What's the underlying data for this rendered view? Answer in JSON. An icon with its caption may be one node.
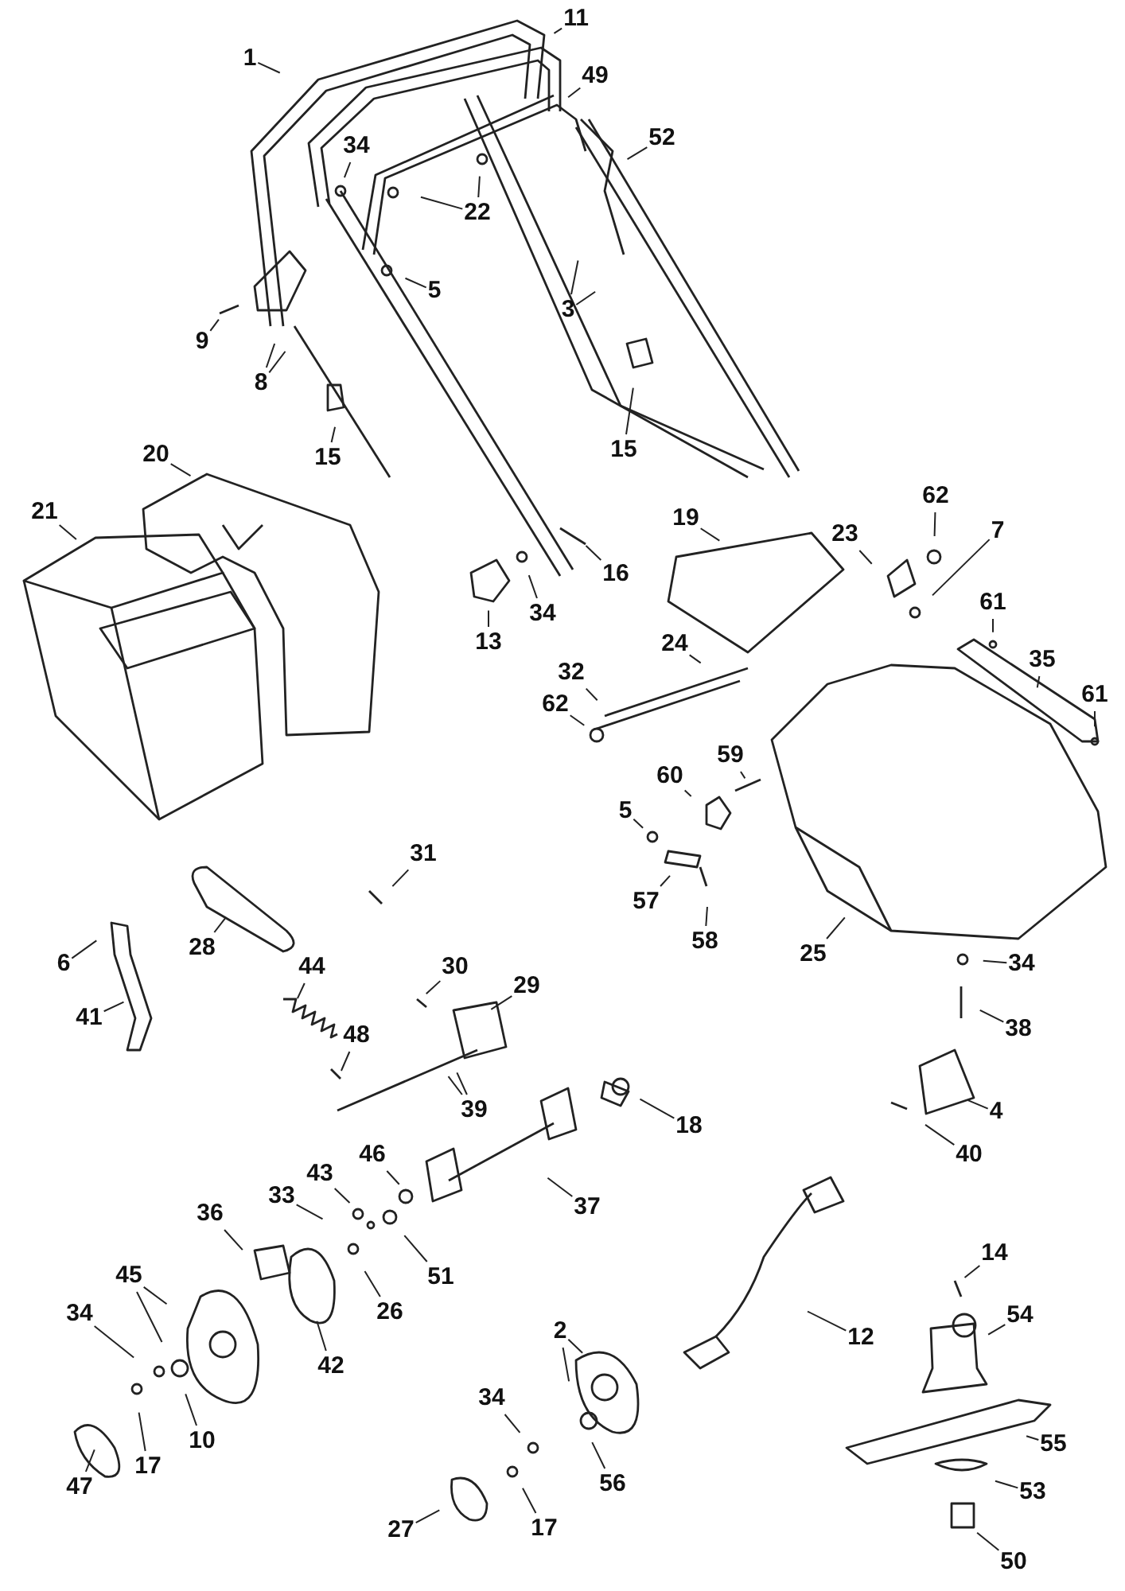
{
  "diagram": {
    "nodes": [
      {
        "text": [
          "1"
        ]
      },
      {
        "text": [
          "11"
        ]
      },
      {
        "text": [
          "49"
        ]
      },
      {
        "text": [
          "34"
        ]
      },
      {
        "text": [
          "52"
        ]
      },
      {
        "text": [
          "22"
        ]
      },
      {
        "text": [
          "5"
        ]
      },
      {
        "text": [
          "3"
        ]
      },
      {
        "text": [
          "9"
        ]
      },
      {
        "text": [
          "8"
        ]
      },
      {
        "text": [
          "15"
        ]
      },
      {
        "text": [
          "15"
        ]
      },
      {
        "text": [
          "20"
        ]
      },
      {
        "text": [
          "21"
        ]
      },
      {
        "text": [
          "16"
        ]
      },
      {
        "text": [
          "34"
        ]
      },
      {
        "text": [
          "13"
        ]
      },
      {
        "text": [
          "19"
        ]
      },
      {
        "text": [
          "23"
        ]
      },
      {
        "text": [
          "62"
        ]
      },
      {
        "text": [
          "7"
        ]
      },
      {
        "text": [
          "61"
        ]
      },
      {
        "text": [
          "35"
        ]
      },
      {
        "text": [
          "61"
        ]
      },
      {
        "text": [
          "32"
        ]
      },
      {
        "text": [
          "24"
        ]
      },
      {
        "text": [
          "62"
        ]
      },
      {
        "text": [
          "59"
        ]
      },
      {
        "text": [
          "60"
        ]
      },
      {
        "text": [
          "5"
        ]
      },
      {
        "text": [
          "57"
        ]
      },
      {
        "text": [
          "58"
        ]
      },
      {
        "text": [
          "25"
        ]
      },
      {
        "text": [
          "34"
        ]
      },
      {
        "text": [
          "38"
        ]
      },
      {
        "text": [
          "31"
        ]
      },
      {
        "text": [
          "28"
        ]
      },
      {
        "text": [
          "6"
        ]
      },
      {
        "text": [
          "41"
        ]
      },
      {
        "text": [
          "44"
        ]
      },
      {
        "text": [
          "30"
        ]
      },
      {
        "text": [
          "29"
        ]
      },
      {
        "text": [
          "48"
        ]
      },
      {
        "text": [
          "39"
        ]
      },
      {
        "text": [
          "18"
        ]
      },
      {
        "text": [
          "4"
        ]
      },
      {
        "text": [
          "40"
        ]
      },
      {
        "text": [
          "37"
        ]
      },
      {
        "text": [
          "46"
        ]
      },
      {
        "text": [
          "43"
        ]
      },
      {
        "text": [
          "33"
        ]
      },
      {
        "text": [
          "36"
        ]
      },
      {
        "text": [
          "51"
        ]
      },
      {
        "text": [
          "26"
        ]
      },
      {
        "text": [
          "45"
        ]
      },
      {
        "text": [
          "42"
        ]
      },
      {
        "text": [
          "34"
        ]
      },
      {
        "text": [
          "10"
        ]
      },
      {
        "text": [
          "17"
        ]
      },
      {
        "text": [
          "47"
        ]
      },
      {
        "text": [
          "14"
        ]
      },
      {
        "text": [
          "54"
        ]
      },
      {
        "text": [
          "12"
        ]
      },
      {
        "text": [
          "2"
        ]
      },
      {
        "text": [
          "34"
        ]
      },
      {
        "text": [
          "56"
        ]
      },
      {
        "text": [
          "55"
        ]
      },
      {
        "text": [
          "53"
        ]
      },
      {
        "text": [
          "27"
        ]
      },
      {
        "text": [
          "17"
        ]
      },
      {
        "text": [
          "50"
        ]
      }
    ],
    "edges": [
      {
        "from": 0,
        "to": null,
        "arrow": "none"
      },
      {
        "from": 1,
        "to": null,
        "arrow": "none"
      },
      {
        "from": 2,
        "to": null,
        "arrow": "none"
      },
      {
        "from": 3,
        "to": null,
        "arrow": "none"
      },
      {
        "from": 4,
        "to": null,
        "arrow": "none"
      },
      {
        "from": 5,
        "to": null,
        "arrow": "none"
      },
      {
        "from": 5,
        "to": null,
        "arrow": "none"
      },
      {
        "from": 6,
        "to": null,
        "arrow": "none"
      },
      {
        "from": 7,
        "to": null,
        "arrow": "none"
      },
      {
        "from": 7,
        "to": null,
        "arrow": "none"
      },
      {
        "from": 8,
        "to": null,
        "arrow": "none"
      },
      {
        "from": 9,
        "to": null,
        "arrow": "none"
      },
      {
        "from": 9,
        "to": null,
        "arrow": "none"
      },
      {
        "from": 10,
        "to": null,
        "arrow": "none"
      },
      {
        "from": 11,
        "to": null,
        "arrow": "none"
      },
      {
        "from": 12,
        "to": null,
        "arrow": "none"
      },
      {
        "from": 13,
        "to": null,
        "arrow": "none"
      },
      {
        "from": 14,
        "to": null,
        "arrow": "none"
      },
      {
        "from": 15,
        "to": null,
        "arrow": "none"
      },
      {
        "from": 16,
        "to": null,
        "arrow": "none"
      },
      {
        "from": 17,
        "to": null,
        "arrow": "none"
      },
      {
        "from": 18,
        "to": null,
        "arrow": "none"
      },
      {
        "from": 19,
        "to": null,
        "arrow": "none"
      },
      {
        "from": 20,
        "to": null,
        "arrow": "none"
      },
      {
        "from": 21,
        "to": null,
        "arrow": "none"
      },
      {
        "from": 22,
        "to": null,
        "arrow": "none"
      },
      {
        "from": 23,
        "to": null,
        "arrow": "none"
      },
      {
        "from": 24,
        "to": null,
        "arrow": "none"
      },
      {
        "from": 25,
        "to": null,
        "arrow": "none"
      },
      {
        "from": 26,
        "to": null,
        "arrow": "none"
      },
      {
        "from": 27,
        "to": null,
        "arrow": "none"
      },
      {
        "from": 28,
        "to": null,
        "arrow": "none"
      },
      {
        "from": 29,
        "to": null,
        "arrow": "none"
      },
      {
        "from": 30,
        "to": null,
        "arrow": "none"
      },
      {
        "from": 31,
        "to": null,
        "arrow": "none"
      },
      {
        "from": 32,
        "to": null,
        "arrow": "none"
      },
      {
        "from": 33,
        "to": null,
        "arrow": "none"
      },
      {
        "from": 34,
        "to": null,
        "arrow": "none"
      },
      {
        "from": 35,
        "to": null,
        "arrow": "none"
      },
      {
        "from": 36,
        "to": null,
        "arrow": "none"
      },
      {
        "from": 37,
        "to": null,
        "arrow": "none"
      },
      {
        "from": 38,
        "to": null,
        "arrow": "none"
      },
      {
        "from": 39,
        "to": null,
        "arrow": "none"
      },
      {
        "from": 40,
        "to": null,
        "arrow": "none"
      },
      {
        "from": 41,
        "to": null,
        "arrow": "none"
      },
      {
        "from": 42,
        "to": null,
        "arrow": "none"
      },
      {
        "from": 43,
        "to": null,
        "arrow": "none"
      },
      {
        "from": 43,
        "to": null,
        "arrow": "none"
      },
      {
        "from": 44,
        "to": null,
        "arrow": "none"
      },
      {
        "from": 45,
        "to": null,
        "arrow": "none"
      },
      {
        "from": 46,
        "to": null,
        "arrow": "none"
      },
      {
        "from": 47,
        "to": null,
        "arrow": "none"
      },
      {
        "from": 48,
        "to": null,
        "arrow": "none"
      },
      {
        "from": 49,
        "to": null,
        "arrow": "none"
      },
      {
        "from": 50,
        "to": null,
        "arrow": "none"
      },
      {
        "from": 51,
        "to": null,
        "arrow": "none"
      },
      {
        "from": 52,
        "to": null,
        "arrow": "none"
      },
      {
        "from": 53,
        "to": null,
        "arrow": "none"
      },
      {
        "from": 54,
        "to": null,
        "arrow": "none"
      },
      {
        "from": 54,
        "to": null,
        "arrow": "none"
      },
      {
        "from": 55,
        "to": null,
        "arrow": "none"
      },
      {
        "from": 56,
        "to": null,
        "arrow": "none"
      },
      {
        "from": 57,
        "to": null,
        "arrow": "none"
      },
      {
        "from": 58,
        "to": null,
        "arrow": "none"
      },
      {
        "from": 59,
        "to": null,
        "arrow": "none"
      },
      {
        "from": 60,
        "to": null,
        "arrow": "none"
      },
      {
        "from": 61,
        "to": null,
        "arrow": "none"
      },
      {
        "from": 62,
        "to": null,
        "arrow": "none"
      },
      {
        "from": 63,
        "to": null,
        "arrow": "none"
      },
      {
        "from": 63,
        "to": null,
        "arrow": "none"
      },
      {
        "from": 64,
        "to": null,
        "arrow": "none"
      },
      {
        "from": 65,
        "to": null,
        "arrow": "none"
      },
      {
        "from": 66,
        "to": null,
        "arrow": "none"
      },
      {
        "from": 67,
        "to": null,
        "arrow": "none"
      },
      {
        "from": 68,
        "to": null,
        "arrow": "none"
      },
      {
        "from": 69,
        "to": null,
        "arrow": "none"
      },
      {
        "from": 70,
        "to": null,
        "arrow": "none"
      }
    ]
  }
}
